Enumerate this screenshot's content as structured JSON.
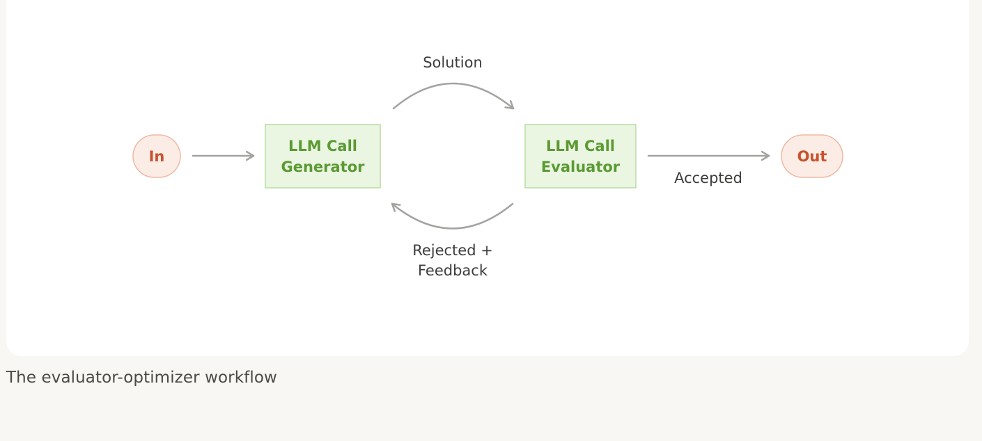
{
  "diagram": {
    "input_label": "In",
    "output_label": "Out",
    "generator": {
      "line1": "LLM Call",
      "line2": "Generator"
    },
    "evaluator": {
      "line1": "LLM Call",
      "line2": "Evaluator"
    },
    "solution_label": "Solution",
    "feedback_label": {
      "line1": "Rejected +",
      "line2": "Feedback"
    },
    "accepted_label": "Accepted"
  },
  "caption": "The evaluator-optimizer workflow",
  "colors": {
    "terminal_fill": "#fbece5",
    "terminal_stroke": "#eeb9a4",
    "terminal_text": "#c8522e",
    "box_fill": "#eaf5e2",
    "box_stroke": "#b6dea0",
    "box_text": "#5b9a32",
    "arrow": "#a3a3a0"
  }
}
